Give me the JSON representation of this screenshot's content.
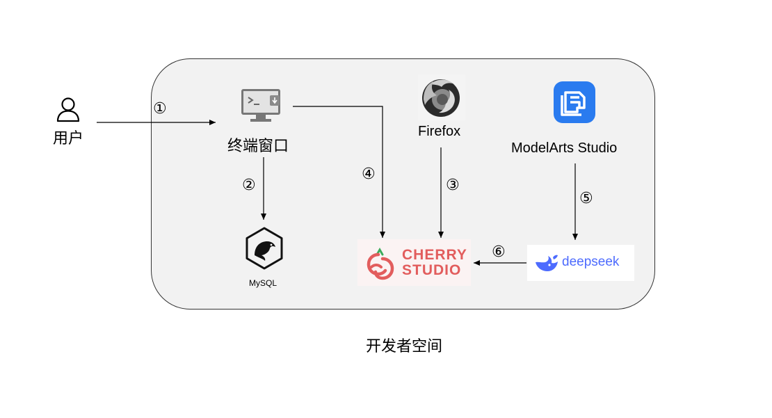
{
  "space_label": "开发者空间",
  "user": {
    "label": "用户",
    "icon": "user-icon"
  },
  "terminal": {
    "label": "终端窗口",
    "icon": "terminal-icon"
  },
  "mysql": {
    "label": "MySQL",
    "icon": "mysql-dolphin-icon"
  },
  "firefox": {
    "label": "Firefox",
    "icon": "firefox-icon"
  },
  "modelarts": {
    "label": "ModelArts Studio",
    "icon": "modelarts-icon"
  },
  "cherry": {
    "line1": "CHERRY",
    "line2": "STUDIO",
    "icon": "cherry-studio-logo",
    "accent": "#e25d5d"
  },
  "deepseek": {
    "label": "deepseek",
    "icon": "deepseek-whale-icon",
    "accent": "#4d6bfe"
  },
  "steps": [
    "①",
    "②",
    "③",
    "④",
    "⑤",
    "⑥"
  ],
  "colors": {
    "space_bg": "#f2f2f2",
    "arrow": "#000000",
    "modelarts_blue": "#2a7bef"
  }
}
